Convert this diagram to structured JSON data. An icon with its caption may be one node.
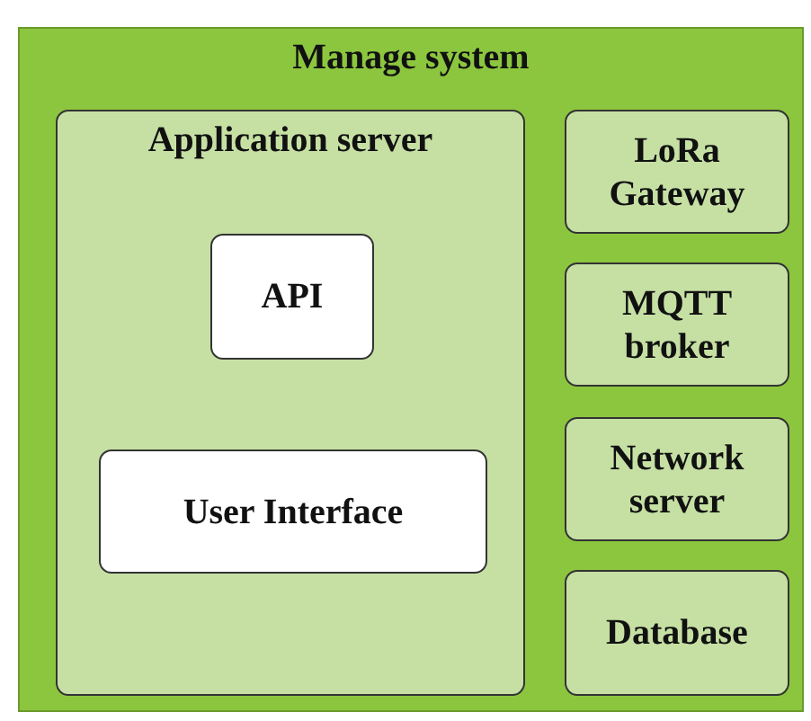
{
  "diagram": {
    "nodes": [
      {
        "text": [
          "Manage system"
        ]
      },
      {
        "text": [
          "Application server"
        ],
        "in": 0
      },
      {
        "text": [
          "API"
        ],
        "in": 1
      },
      {
        "text": [
          "User Interface"
        ],
        "in": 1
      },
      {
        "text": [
          "LoRa Gateway"
        ],
        "in": 0
      },
      {
        "text": [
          "MQTT broker"
        ],
        "in": 0
      },
      {
        "text": [
          "Network server"
        ],
        "in": 0
      },
      {
        "text": [
          "Database"
        ],
        "in": 0
      }
    ]
  }
}
